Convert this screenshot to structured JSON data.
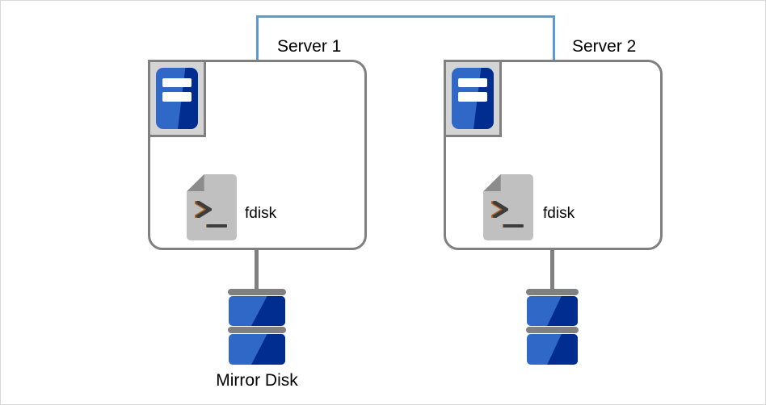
{
  "diagram": {
    "title": "Mirror Disk two-node cluster diagram",
    "colors": {
      "interconnect": "#5b9bd5",
      "enclosure_border": "#808080",
      "icon_blue_light": "#3068c8",
      "icon_blue_dark": "#002d8f",
      "icon_gray": "#c0c0c0",
      "page_border": "#d9d9d9"
    },
    "nodes": [
      {
        "id": "server-1",
        "label": "Server 1",
        "icon": "server-icon",
        "app": {
          "label": "fdisk",
          "icon": "terminal-script-icon"
        },
        "storage": {
          "label": "Mirror Disk",
          "icon": "disk-stack-icon"
        }
      },
      {
        "id": "server-2",
        "label": "Server 2",
        "icon": "server-icon",
        "app": {
          "label": "fdisk",
          "icon": "terminal-script-icon"
        },
        "storage": {
          "label": "",
          "icon": "disk-stack-icon"
        }
      }
    ],
    "links": [
      {
        "id": "interconnect",
        "from": "server-1",
        "to": "server-2",
        "style": "blue-bracket"
      },
      {
        "id": "disk-link-1",
        "from": "server-1",
        "to": "mirror-disk-1",
        "style": "gray-line"
      },
      {
        "id": "disk-link-2",
        "from": "server-2",
        "to": "mirror-disk-2",
        "style": "gray-line"
      }
    ]
  }
}
